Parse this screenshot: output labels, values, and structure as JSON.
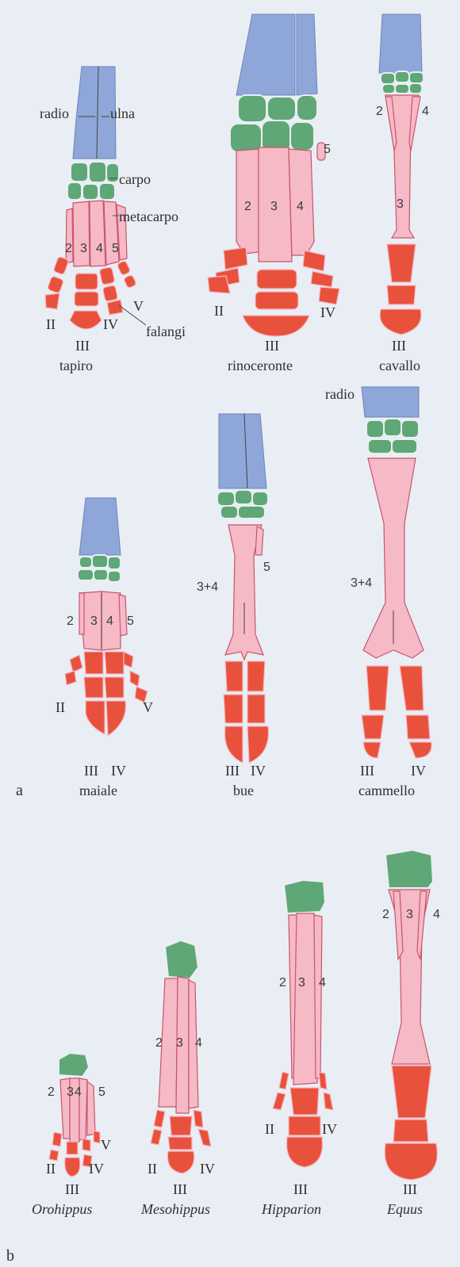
{
  "colors": {
    "background": "#e9eef4",
    "radio_ulna": "#8fa6d8",
    "carpo": "#5fa776",
    "metacarpo": "#f6b9c6",
    "falangi": "#e8523d"
  },
  "panels": {
    "a": "a",
    "b": "b"
  },
  "part_labels": {
    "radio": "radio",
    "ulna": "ulna",
    "carpo": "carpo",
    "metacarpo": "metacarpo",
    "falangi": "falangi"
  },
  "animals": {
    "tapiro": {
      "name": "tapiro",
      "metacarpals": [
        "2",
        "3",
        "4",
        "5"
      ],
      "digits": [
        "II",
        "III",
        "IV",
        "V"
      ]
    },
    "rinoceronte": {
      "name": "rinoceronte",
      "metacarpals": [
        "2",
        "3",
        "4",
        "5"
      ],
      "digits": [
        "II",
        "III",
        "IV"
      ]
    },
    "cavallo": {
      "name": "cavallo",
      "metacarpals": [
        "2",
        "3",
        "4"
      ],
      "digits": [
        "III"
      ]
    },
    "maiale": {
      "name": "maiale",
      "metacarpals": [
        "2",
        "3",
        "4",
        "5"
      ],
      "digits": [
        "II",
        "III",
        "IV",
        "V"
      ]
    },
    "bue": {
      "name": "bue",
      "metacarpals": [
        "3+4",
        "5"
      ],
      "digits": [
        "III",
        "IV"
      ]
    },
    "cammello": {
      "name": "cammello",
      "radio": "radio",
      "metacarpals": [
        "3+4"
      ],
      "digits": [
        "III",
        "IV"
      ]
    }
  },
  "horses": {
    "orohippus": {
      "name": "Orohippus",
      "metacarpals": [
        "2",
        "3",
        "4",
        "5"
      ],
      "digits": [
        "II",
        "III",
        "IV",
        "V"
      ]
    },
    "mesohippus": {
      "name": "Mesohippus",
      "metacarpals": [
        "2",
        "3",
        "4"
      ],
      "digits": [
        "II",
        "III",
        "IV"
      ]
    },
    "hipparion": {
      "name": "Hipparion",
      "metacarpals": [
        "2",
        "3",
        "4"
      ],
      "digits": [
        "II",
        "III",
        "IV"
      ]
    },
    "equus": {
      "name": "Equus",
      "metacarpals": [
        "2",
        "3",
        "4"
      ],
      "digits": [
        "III"
      ]
    }
  }
}
